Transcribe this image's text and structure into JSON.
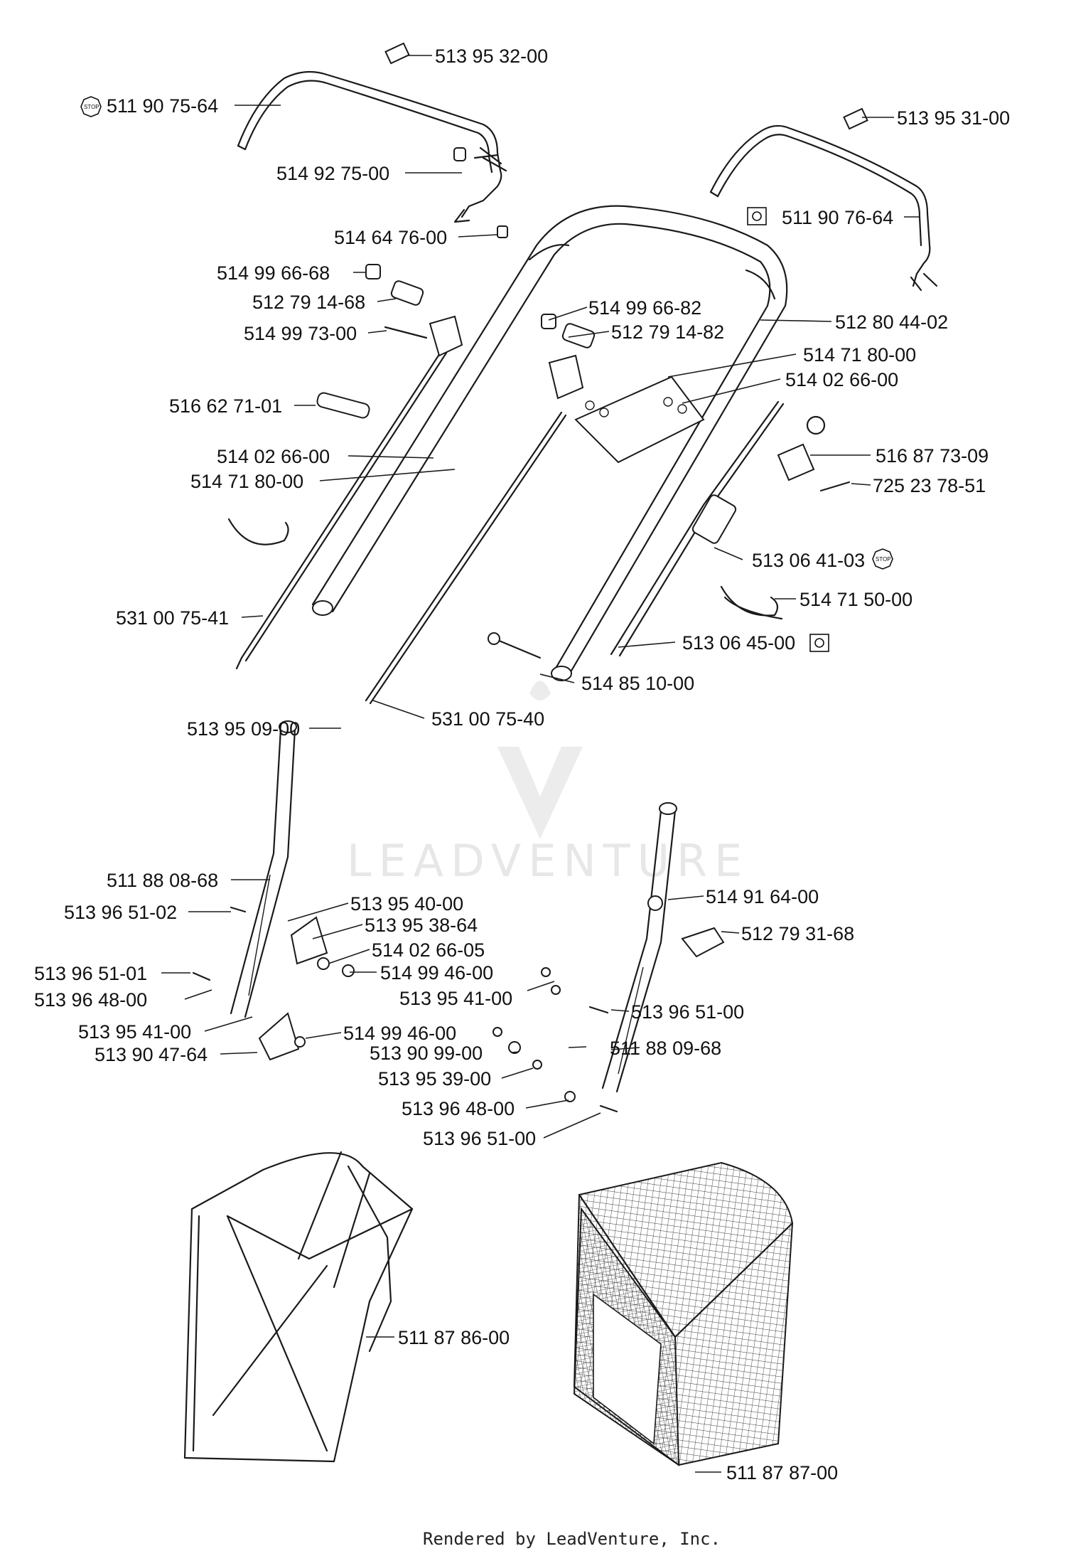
{
  "diagram": {
    "watermark_text": "LEADVENTURE",
    "footer_text": "Rendered by LeadVenture, Inc.",
    "stop_badge": "STOP",
    "labels": [
      {
        "id": "l1",
        "text": "513 95 32-00"
      },
      {
        "id": "l2",
        "text": "511 90 75-64"
      },
      {
        "id": "l3",
        "text": "514 92 75-00"
      },
      {
        "id": "l4",
        "text": "513 95 31-00"
      },
      {
        "id": "l5",
        "text": "511 90 76-64"
      },
      {
        "id": "l6",
        "text": "514 64 76-00"
      },
      {
        "id": "l7",
        "text": "514 99 66-68"
      },
      {
        "id": "l8",
        "text": "512 79 14-68"
      },
      {
        "id": "l9",
        "text": "514 99 66-82"
      },
      {
        "id": "l10",
        "text": "512 79 14-82"
      },
      {
        "id": "l11",
        "text": "514 99 73-00"
      },
      {
        "id": "l12",
        "text": "512 80 44-02"
      },
      {
        "id": "l13",
        "text": "514 71 80-00"
      },
      {
        "id": "l14",
        "text": "514 02 66-00"
      },
      {
        "id": "l15",
        "text": "516 62 71-01"
      },
      {
        "id": "l16",
        "text": "514 02 66-00"
      },
      {
        "id": "l17",
        "text": "516 87 73-09"
      },
      {
        "id": "l18",
        "text": "514 71 80-00"
      },
      {
        "id": "l19",
        "text": "725 23 78-51"
      },
      {
        "id": "l20",
        "text": "513 06 41-03"
      },
      {
        "id": "l21",
        "text": "514 71 50-00"
      },
      {
        "id": "l22",
        "text": "531 00 75-41"
      },
      {
        "id": "l23",
        "text": "513 06 45-00"
      },
      {
        "id": "l24",
        "text": "514 85 10-00"
      },
      {
        "id": "l25",
        "text": "531 00 75-40"
      },
      {
        "id": "l26",
        "text": "513 95 09-00"
      },
      {
        "id": "l27",
        "text": "511 88 08-68"
      },
      {
        "id": "l28",
        "text": "513 96 51-02"
      },
      {
        "id": "l29",
        "text": "513 95 40-00"
      },
      {
        "id": "l30",
        "text": "514 91 64-00"
      },
      {
        "id": "l31",
        "text": "513 95 38-64"
      },
      {
        "id": "l32",
        "text": "512 79 31-68"
      },
      {
        "id": "l33",
        "text": "514 02 66-05"
      },
      {
        "id": "l34",
        "text": "513 96 51-01"
      },
      {
        "id": "l35",
        "text": "514 99 46-00"
      },
      {
        "id": "l36",
        "text": "513 96 48-00"
      },
      {
        "id": "l37",
        "text": "513 95 41-00"
      },
      {
        "id": "l38",
        "text": "513 96 51-00"
      },
      {
        "id": "l39",
        "text": "513 95 41-00"
      },
      {
        "id": "l40",
        "text": "514 99 46-00"
      },
      {
        "id": "l41",
        "text": "511 88 09-68"
      },
      {
        "id": "l42",
        "text": "513 90 47-64"
      },
      {
        "id": "l43",
        "text": "513 90 99-00"
      },
      {
        "id": "l44",
        "text": "513 95 39-00"
      },
      {
        "id": "l45",
        "text": "513 96 48-00"
      },
      {
        "id": "l46",
        "text": "513 96 51-00"
      },
      {
        "id": "l47",
        "text": "511 87 86-00"
      },
      {
        "id": "l48",
        "text": "511 87 87-00"
      }
    ]
  }
}
